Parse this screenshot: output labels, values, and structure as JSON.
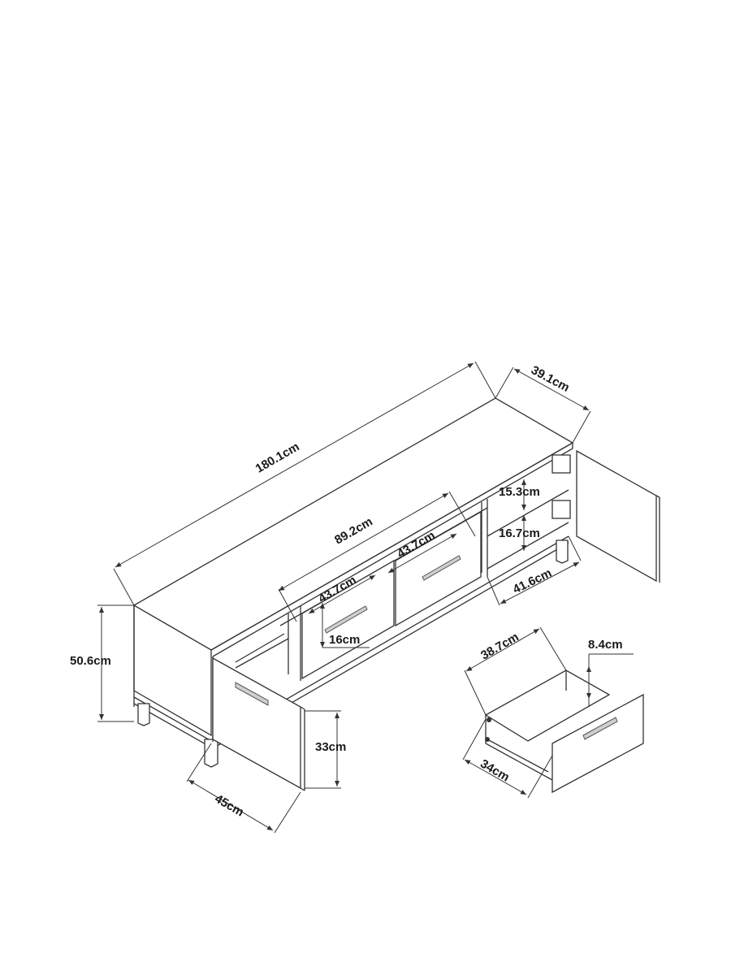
{
  "diagram": {
    "subject": "TV stand with drawers and doors — dimension drawing",
    "line_color": "#333333",
    "background": "#ffffff",
    "dimensions": {
      "overall_width": "180.1cm",
      "overall_depth": "39.1cm",
      "overall_height": "50.6cm",
      "center_section_width": "89.2cm",
      "drawer_front_width_left": "43.7cm",
      "drawer_front_width_right": "43.7cm",
      "drawer_front_height": "16cm",
      "right_shelf_upper_height": "15.3cm",
      "right_shelf_lower_height": "16.7cm",
      "right_compartment_width": "41.6cm",
      "door_height": "33cm",
      "door_width": "45cm",
      "drawer_box_length": "38.7cm",
      "drawer_box_depth": "8.4cm",
      "drawer_box_width": "34cm"
    }
  }
}
